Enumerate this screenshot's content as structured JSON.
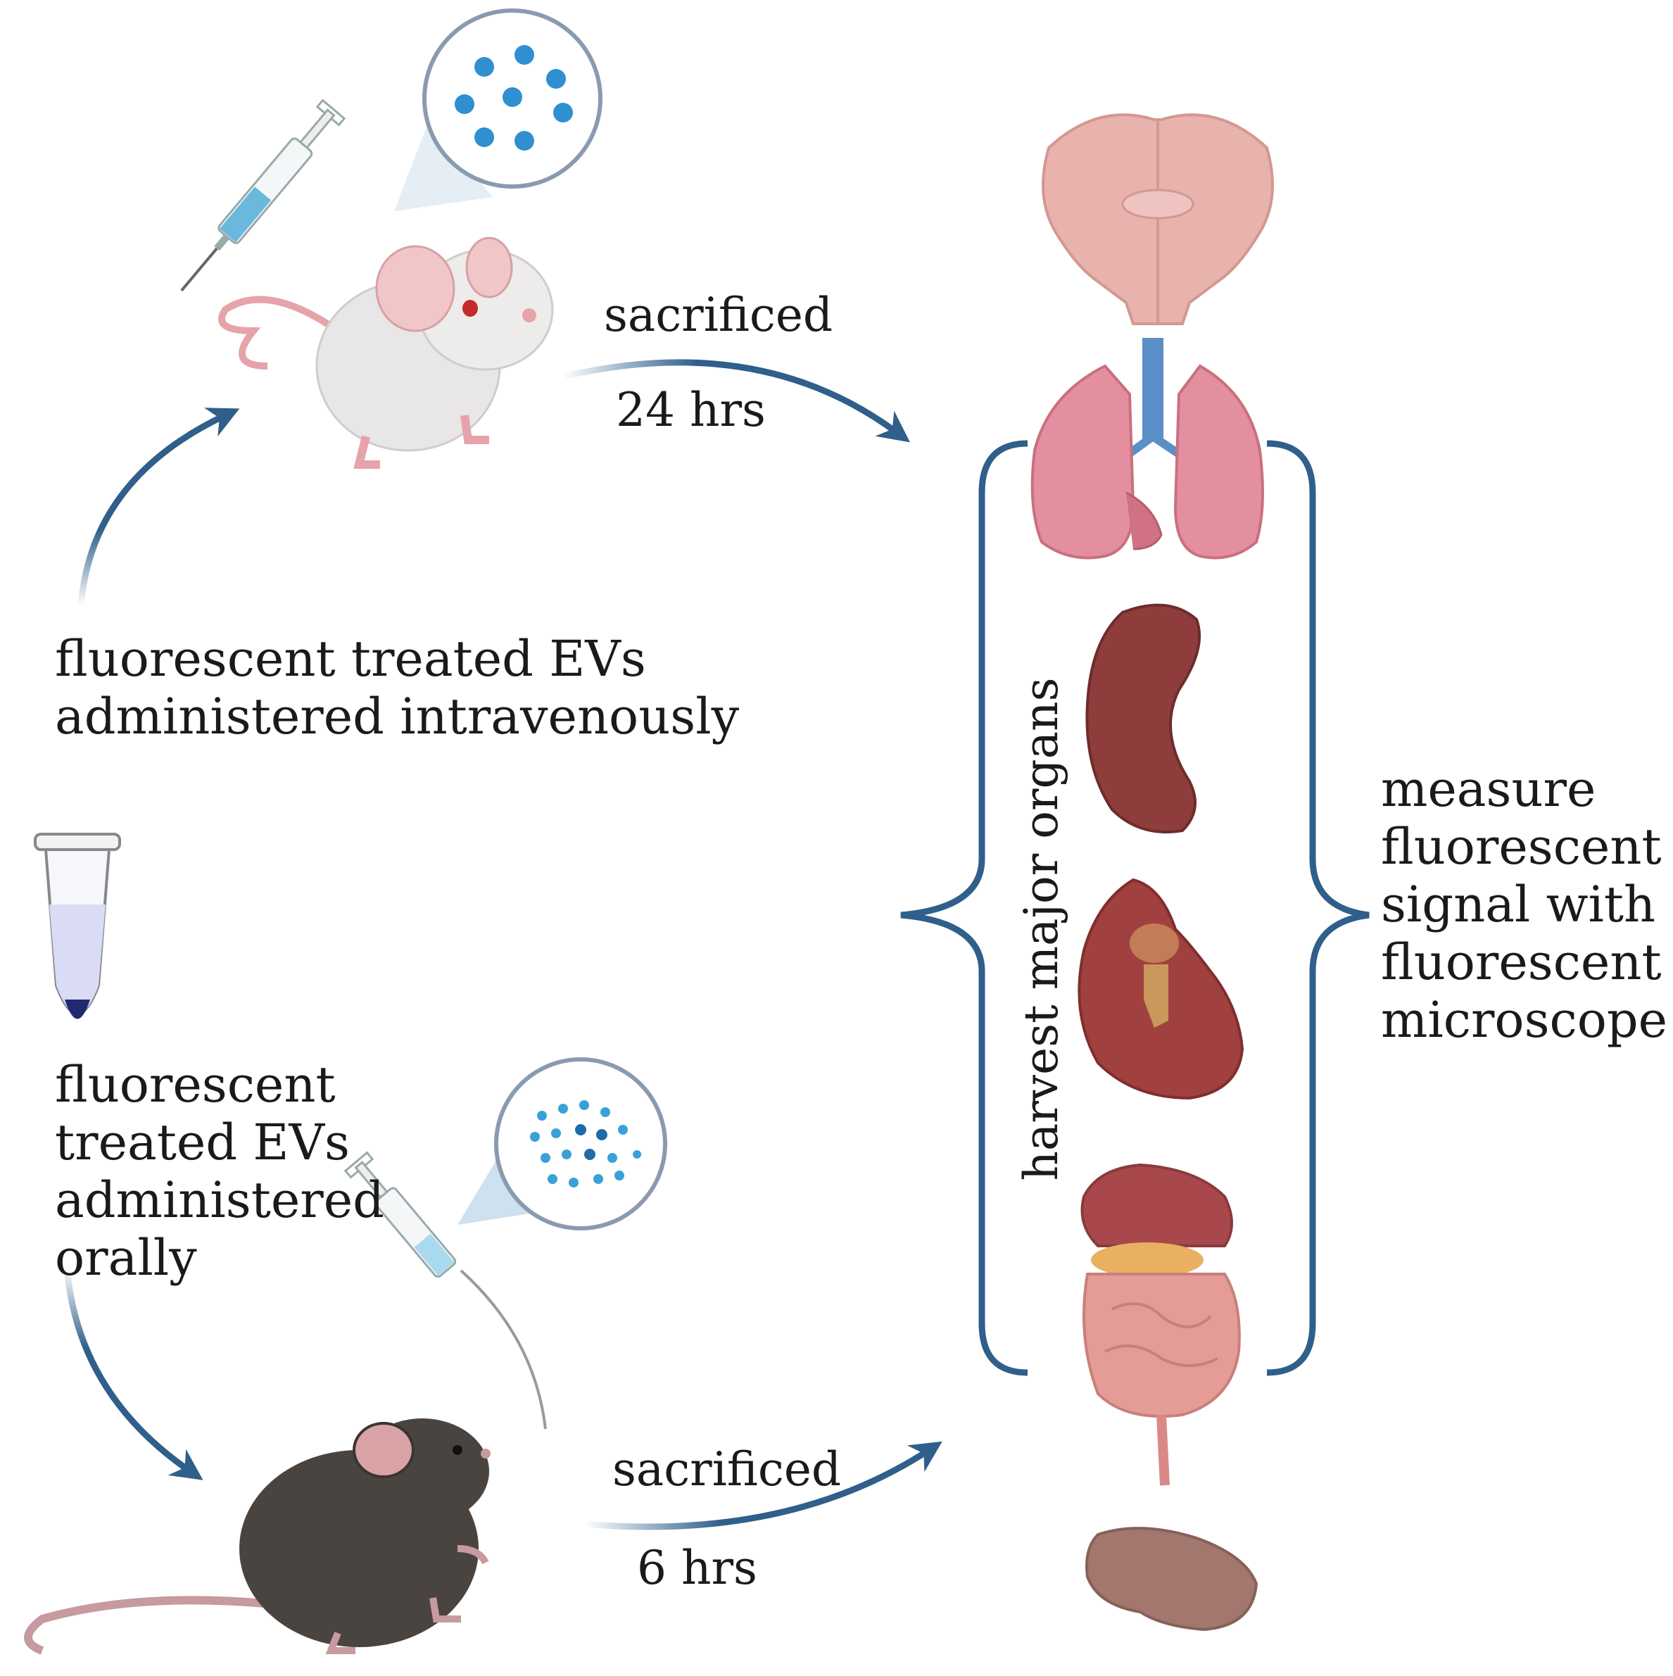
{
  "iv_route": {
    "label_lines": [
      "fluorescent treated EVs",
      "administered intravenously"
    ],
    "sacrifice_label": "sacrificed",
    "time_label": "24 hrs"
  },
  "oral_route": {
    "label_lines": [
      "fluorescent",
      "treated EVs",
      "administered",
      "orally"
    ],
    "sacrifice_label": "sacrificed",
    "time_label": "6 hrs"
  },
  "harvest_label": "harvest major organs",
  "measure_lines": [
    "measure",
    "fluorescent",
    "signal with",
    "fluorescent",
    "microscope"
  ],
  "organs": [
    "brain-icon",
    "lungs-icon",
    "spleen-icon",
    "liver-icon",
    "digestive-tract-icon",
    "kidney-icon"
  ],
  "colors": {
    "arrow": "#2f5f8a",
    "bracket": "#2f5f8a",
    "white_mouse": "#e8e6e6",
    "black_mouse": "#4a4440",
    "ev_particles": "#3a9fd6"
  }
}
